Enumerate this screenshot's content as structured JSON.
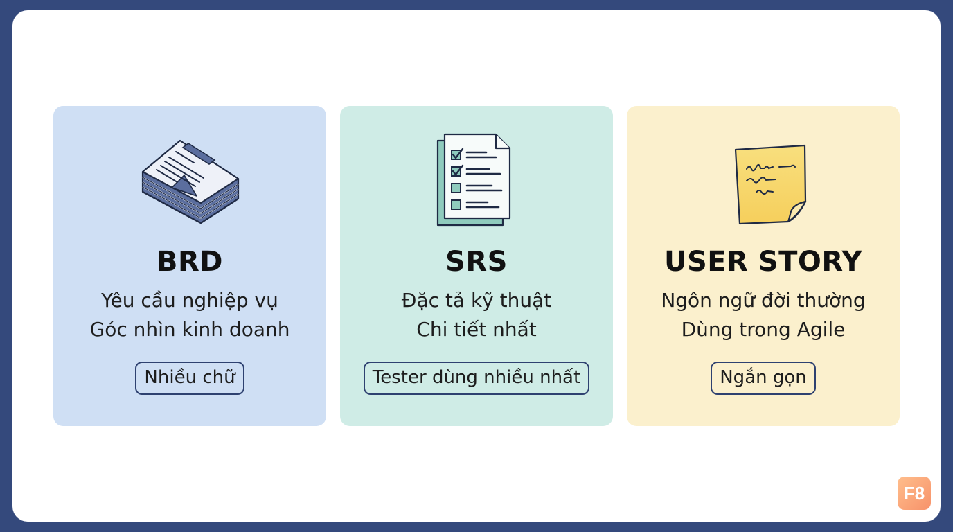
{
  "cards": [
    {
      "id": "brd",
      "icon": "document-stack-icon",
      "title": "BRD",
      "line1": "Yêu cầu nghiệp vụ",
      "line2": "Góc nhìn kinh doanh",
      "tag": "Nhiều chữ",
      "background": "#cfdff4"
    },
    {
      "id": "srs",
      "icon": "checklist-document-icon",
      "title": "SRS",
      "line1": "Đặc tả kỹ thuật",
      "line2": "Chi tiết nhất",
      "tag": "Tester dùng nhiều nhất",
      "background": "#cfece6"
    },
    {
      "id": "user-story",
      "icon": "sticky-note-icon",
      "title": "USER STORY",
      "line1": "Ngôn ngữ đời thường",
      "line2": "Dùng trong Agile",
      "tag": "Ngắn gọn",
      "background": "#fbf0cd"
    }
  ],
  "logo": {
    "text": "F8",
    "icon": "f8-logo-icon",
    "color": "#f7926a"
  },
  "colors": {
    "frame": "#34497c",
    "tag_border": "#2e4170"
  }
}
